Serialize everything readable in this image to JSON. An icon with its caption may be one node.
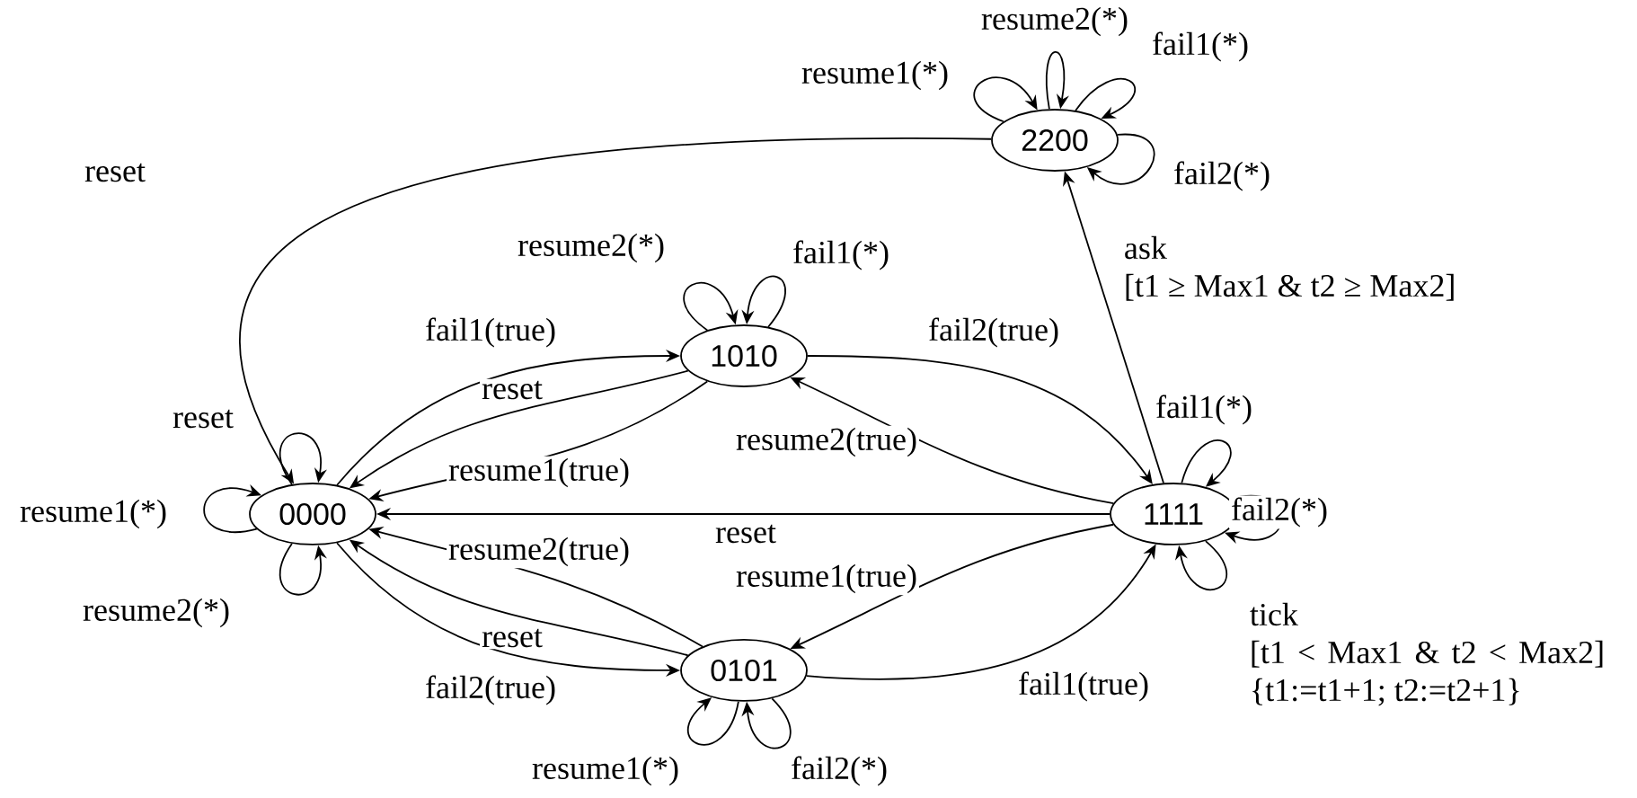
{
  "diagram": {
    "nodes": [
      {
        "text": [
          "0000"
        ]
      },
      {
        "text": [
          "1010"
        ]
      },
      {
        "text": [
          "0101"
        ]
      },
      {
        "text": [
          "1111"
        ]
      },
      {
        "text": [
          "2200"
        ]
      }
    ],
    "edges": [
      {
        "from": 0,
        "to": 0,
        "arrow": "to",
        "label": "reset"
      },
      {
        "from": 0,
        "to": 0,
        "arrow": "to",
        "label": "resume1(*)"
      },
      {
        "from": 0,
        "to": 0,
        "arrow": "to",
        "label": "resume2(*)"
      },
      {
        "from": 0,
        "to": 1,
        "arrow": "to",
        "label": "fail1(true)"
      },
      {
        "from": 1,
        "to": 0,
        "arrow": "to",
        "label": "reset"
      },
      {
        "from": 1,
        "to": 0,
        "arrow": "to",
        "label": "resume1(true)"
      },
      {
        "from": 0,
        "to": 2,
        "arrow": "to",
        "label": "fail2(true)"
      },
      {
        "from": 2,
        "to": 0,
        "arrow": "to",
        "label": "reset"
      },
      {
        "from": 2,
        "to": 0,
        "arrow": "to",
        "label": "resume2(true)"
      },
      {
        "from": 1,
        "to": 1,
        "arrow": "to",
        "label": "resume2(*)"
      },
      {
        "from": 1,
        "to": 1,
        "arrow": "to",
        "label": "fail1(*)"
      },
      {
        "from": 1,
        "to": 3,
        "arrow": "to",
        "label": "fail2(true)"
      },
      {
        "from": 3,
        "to": 1,
        "arrow": "to",
        "label": "resume2(true)"
      },
      {
        "from": 3,
        "to": 0,
        "arrow": "to",
        "label": "reset"
      },
      {
        "from": 3,
        "to": 2,
        "arrow": "to",
        "label": "resume1(true)"
      },
      {
        "from": 2,
        "to": 3,
        "arrow": "to",
        "label": "fail1(true)"
      },
      {
        "from": 2,
        "to": 2,
        "arrow": "to",
        "label": "resume1(*)"
      },
      {
        "from": 2,
        "to": 2,
        "arrow": "to",
        "label": "fail2(*)"
      },
      {
        "from": 3,
        "to": 3,
        "arrow": "to",
        "label": "fail1(*)"
      },
      {
        "from": 3,
        "to": 3,
        "arrow": "to",
        "label": "fail2(*)"
      },
      {
        "from": 3,
        "to": 3,
        "arrow": "to",
        "label": "tick [t1 < Max1 & t2 < Max2] {t1:=t1+1; t2:=t2+1}"
      },
      {
        "from": 3,
        "to": 4,
        "arrow": "to",
        "label": "ask [t1 ≥ Max1 & t2 ≥ Max2]"
      },
      {
        "from": 4,
        "to": 0,
        "arrow": "to",
        "label": "reset"
      },
      {
        "from": 4,
        "to": 4,
        "arrow": "to",
        "label": "resume1(*)"
      },
      {
        "from": 4,
        "to": 4,
        "arrow": "to",
        "label": "resume2(*)"
      },
      {
        "from": 4,
        "to": 4,
        "arrow": "to",
        "label": "fail1(*)"
      },
      {
        "from": 4,
        "to": 4,
        "arrow": "to",
        "label": "fail2(*)"
      }
    ]
  }
}
